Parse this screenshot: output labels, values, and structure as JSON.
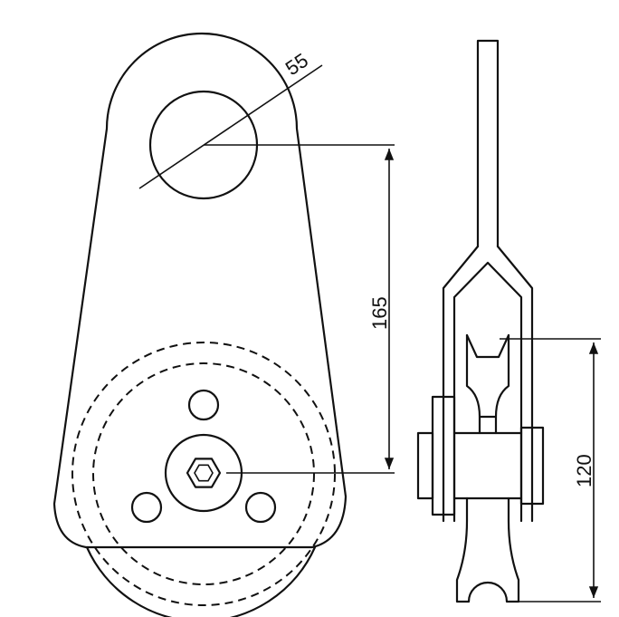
{
  "dimensions": {
    "hole_diameter": "55",
    "center_distance": "165",
    "side_height": "120"
  },
  "colors": {
    "line": "#111111",
    "background": "#ffffff"
  }
}
